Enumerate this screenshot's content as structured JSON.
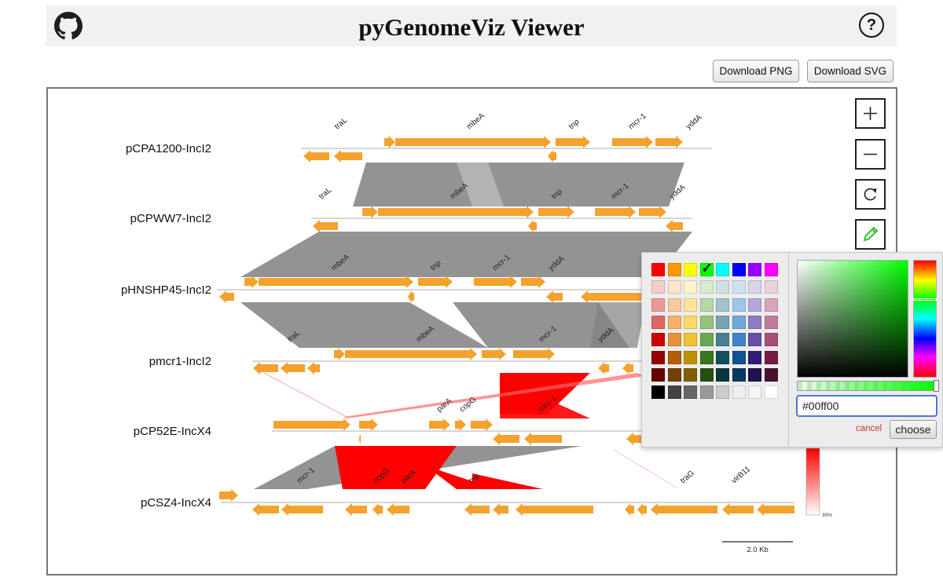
{
  "header": {
    "title": "pyGenomeViz Viewer",
    "github_icon": "github-icon",
    "help_label": "?"
  },
  "toolbar": {
    "download_png": "Download PNG",
    "download_svg": "Download SVG"
  },
  "tools": [
    {
      "name": "zoom-in-button",
      "icon": "plus-icon"
    },
    {
      "name": "zoom-out-button",
      "icon": "minus-icon"
    },
    {
      "name": "reset-button",
      "icon": "rotate-icon"
    },
    {
      "name": "color-edit-button",
      "icon": "pencil-icon"
    }
  ],
  "colors": {
    "gene": "#f5a12e",
    "normal_link": "#808080",
    "inverted_link": "#ff0000",
    "track": "#c8c8c8"
  },
  "tracks": [
    {
      "name": "pCPA1200-IncI2",
      "labels": [
        "traL",
        "mbeA",
        "tnp",
        "mcr-1",
        "yddA"
      ]
    },
    {
      "name": "pCPWW7-IncI2",
      "labels": [
        "traL",
        "mbeA",
        "tnp",
        "mcr-1",
        "yddA"
      ]
    },
    {
      "name": "pHNSHP45-IncI2",
      "labels": [
        "mbeA",
        "tnp",
        "mcr-1",
        "yddA"
      ]
    },
    {
      "name": "pmcr1-IncI2",
      "labels": [
        "traL",
        "mbeA",
        "mcr-1",
        "yddA"
      ]
    },
    {
      "name": "pCP52E-IncX4",
      "labels": [
        "parA",
        "copG",
        "mcr-1"
      ]
    },
    {
      "name": "pCSZ4-IncX4",
      "labels": [
        "mcr-1",
        "copG",
        "parA",
        "tnp",
        "traG",
        "virB11"
      ]
    }
  ],
  "scale_bar": "2.0 Kb",
  "colorbar_label": "30%",
  "picker": {
    "hex_value": "#00ff00",
    "cancel_label": "cancel",
    "choose_label": "choose",
    "selected_swatch": "#00ff00",
    "swatch_rows": [
      [
        "#ff0000",
        "#ff9900",
        "#ffff00",
        "#00ff00",
        "#00ffff",
        "#0000ff",
        "#9900ff",
        "#ff00ff"
      ],
      [
        "#f4cccc",
        "#fce5cd",
        "#fff2cc",
        "#d9ead3",
        "#d0e0e3",
        "#cfe2f3",
        "#d9d2e9",
        "#ead1dc"
      ],
      [
        "#ea9999",
        "#f9cb9c",
        "#ffe599",
        "#b6d7a8",
        "#a2c4c9",
        "#9fc5e8",
        "#b4a7d6",
        "#d5a6bd"
      ],
      [
        "#e06666",
        "#f6b26b",
        "#ffd966",
        "#93c47d",
        "#76a5af",
        "#6fa8dc",
        "#8e7cc3",
        "#c27ba0"
      ],
      [
        "#cc0000",
        "#e69138",
        "#f1c232",
        "#6aa84f",
        "#45818e",
        "#3d85c6",
        "#674ea7",
        "#a64d79"
      ],
      [
        "#990000",
        "#b45f06",
        "#bf9000",
        "#38761d",
        "#134f5c",
        "#0b5394",
        "#351c75",
        "#741b47"
      ],
      [
        "#660000",
        "#783f04",
        "#7f6000",
        "#274e13",
        "#0c343d",
        "#073763",
        "#20124d",
        "#4c1130"
      ],
      [
        "#000000",
        "#434343",
        "#666666",
        "#999999",
        "#cccccc",
        "#efefef",
        "#f3f3f3",
        "#ffffff"
      ]
    ]
  }
}
